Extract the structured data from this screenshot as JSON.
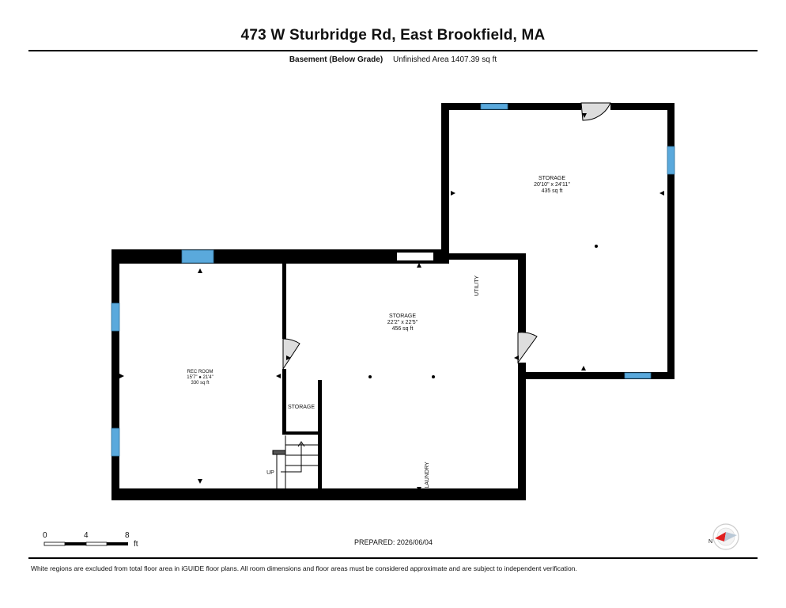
{
  "title": "473 W Sturbridge Rd, East Brookfield, MA",
  "subtitle": {
    "level": "Basement (Below Grade)",
    "area": "Unfinished Area 1407.39 sq ft"
  },
  "rooms": {
    "storage_large": {
      "name": "STORAGE",
      "dims": "20'10\" x 24'11\"",
      "area": "435 sq ft"
    },
    "storage_mid": {
      "name": "STORAGE",
      "dims": "22'2\" x 22'5\"",
      "area": "456 sq ft"
    },
    "rec_room": {
      "name": "REC ROOM",
      "dims": "15'7\" ● 21'4\"",
      "area": "330 sq ft"
    },
    "storage_small": {
      "name": "STORAGE"
    },
    "utility": "UTILITY",
    "laundry": "LAUNDRY",
    "stairs": "UP"
  },
  "scale": {
    "ticks": [
      "0",
      "4",
      "8"
    ],
    "unit": "ft"
  },
  "prepared": "PREPARED: 2026/06/04",
  "compass": {
    "label": "N"
  },
  "footnote": "White regions are excluded from total floor area in iGUIDE floor plans. All room dimensions and floor areas must be considered approximate and are subject to independent verification.",
  "colors": {
    "wall": "#000000",
    "window": "#5aa9dc",
    "compass_accent": "#e02020"
  }
}
